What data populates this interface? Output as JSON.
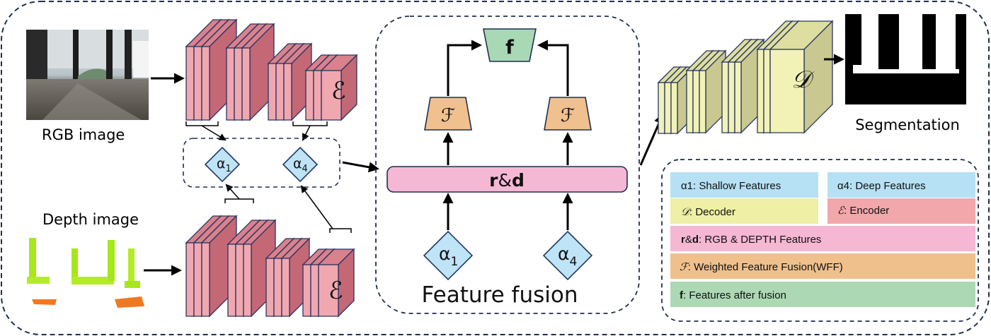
{
  "colors": {
    "border_dash": "#1f2f4f",
    "encoder_front": "#f1a7b0",
    "encoder_side": "#c46876",
    "encoder_top": "#d9818c",
    "decoder_front": "#f2f2b6",
    "decoder_side": "#c8c890",
    "alpha_fill": "#bfe3f7",
    "alpha_stroke": "#1f3b60",
    "rd_fill": "#f5b8d4",
    "F_fill": "#f0c08f",
    "f_fill": "#a9d8b5",
    "legend_alpha": "#b6e0f4",
    "legend_decoder": "#efefa6",
    "legend_encoder": "#f2a7ab",
    "legend_rd": "#f5b7d2",
    "legend_F": "#efc08c",
    "legend_f": "#acd9b3"
  },
  "inputs": {
    "rgb_label": "RGB image",
    "depth_label": "Depth image"
  },
  "encoder_symbol": "ℰ",
  "decoder_symbol": "𝒟",
  "alpha": {
    "base": "α",
    "sub1": "1",
    "sub4": "4"
  },
  "fusion": {
    "rd_bold_r": "r",
    "rd_amp": "&",
    "rd_bold_d": "d",
    "F_symbol": "ℱ",
    "f_symbol": "f",
    "title": "Feature fusion"
  },
  "output": {
    "label": "Segmentation"
  },
  "legend": {
    "alpha1": "α1: Shallow Features",
    "alpha4": "α4: Deep Features",
    "decoder_sym": "𝒟",
    "decoder_text": ": Decoder",
    "encoder_sym": "ℰ",
    "encoder_text": ": Encoder",
    "rd_bold": "r",
    "rd_amp": "&",
    "rd_bold2": "d",
    "rd_text": ": RGB & DEPTH Features",
    "F_sym": "ℱ",
    "F_text": ":  Weighted Feature Fusion(WFF)",
    "f_bold": "f",
    "f_text": ":  Features after fusion"
  }
}
